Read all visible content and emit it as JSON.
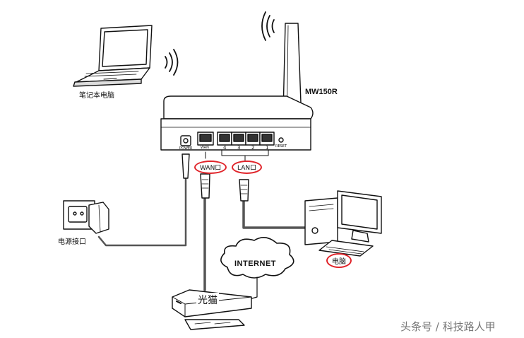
{
  "labels": {
    "laptop": "笔记本电脑",
    "model": "MW150R",
    "power_socket": "电源接口",
    "wan_port": "WAN口",
    "lan_port": "LAN口",
    "pc": "电脑",
    "internet": "INTERNET",
    "modem": "光猫"
  },
  "router_ports": {
    "power": "POWER",
    "wan": "WAN",
    "lan": [
      "4",
      "3",
      "2",
      "1"
    ],
    "reset": "RESET"
  },
  "watermark": "头条号 / 科技路人甲",
  "colors": {
    "line": "#111111",
    "cable": "#555555",
    "highlight": "#e0242a",
    "body_fill": "#ffffff"
  },
  "icons": [
    "laptop-icon",
    "router-icon",
    "antenna-icon",
    "wifi-signal-icon",
    "power-adapter-icon",
    "desktop-pc-icon",
    "internet-cloud-icon",
    "modem-icon"
  ]
}
